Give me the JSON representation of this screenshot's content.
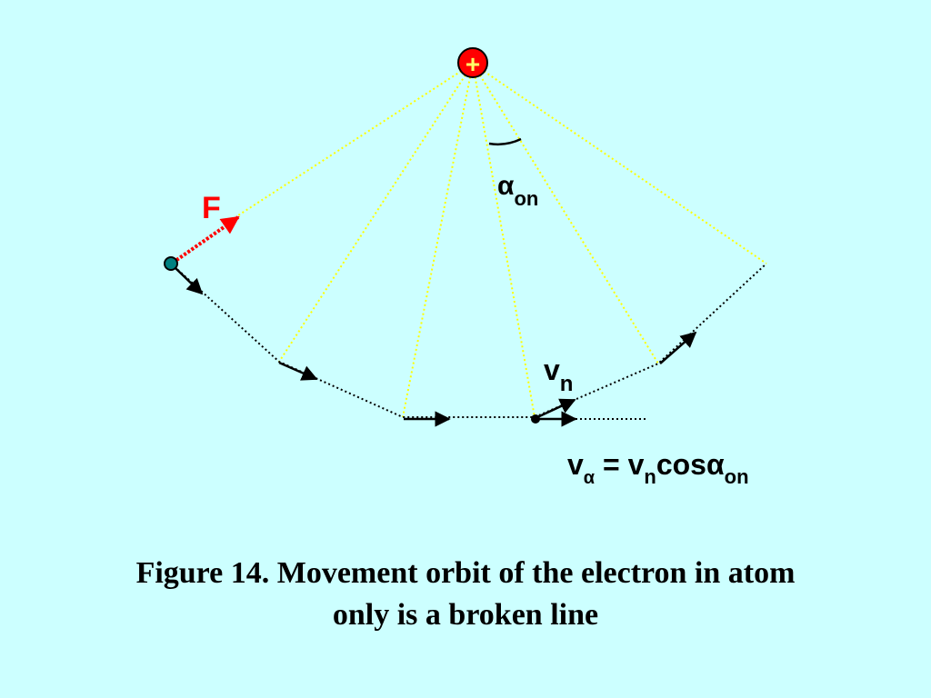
{
  "diagram": {
    "nucleus_symbol": "+",
    "force_label": "F",
    "angle_label": {
      "main": "α",
      "sub": "on"
    },
    "velocity_label": {
      "main": "v",
      "sub": "n"
    },
    "formula": {
      "v": "v",
      "v_sub": "α",
      "eq": " = ",
      "vn": "v",
      "vn_sub": "n",
      "cos": "cosα",
      "cos_sub": "on"
    },
    "colors": {
      "background": "#ccffff",
      "nucleus": "#ff0000",
      "radial_lines": "#ffff00",
      "orbit": "#000000",
      "force_arrow": "#ff0000",
      "force_label": "#ff0000",
      "electron": "#008080"
    }
  },
  "caption": {
    "line1": "Figure 14. Movement orbit of the electron in atom",
    "line2": "only is a broken line"
  }
}
